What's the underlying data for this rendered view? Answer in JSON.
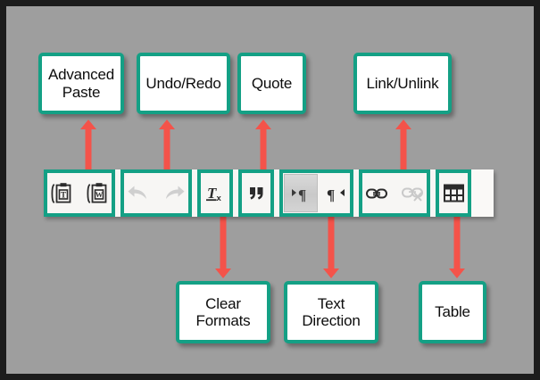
{
  "figure": {
    "background_color": "#9e9e9e",
    "frame_color": "#1c1c1c",
    "callout_border_color": "#14a085",
    "arrow_color": "#f4534a",
    "toolbar_background": "#f7f6f4"
  },
  "callouts": [
    {
      "id": "advanced-paste",
      "label_line1": "Advanced",
      "label_line2": "Paste"
    },
    {
      "id": "undo-redo",
      "label_line1": "Undo/Redo",
      "label_line2": ""
    },
    {
      "id": "quote",
      "label_line1": "Quote",
      "label_line2": ""
    },
    {
      "id": "link-unlink",
      "label_line1": "Link/Unlink",
      "label_line2": ""
    },
    {
      "id": "clear-formats",
      "label_line1": "Clear",
      "label_line2": "Formats"
    },
    {
      "id": "text-direction",
      "label_line1": "Text",
      "label_line2": "Direction"
    },
    {
      "id": "table",
      "label_line1": "Table",
      "label_line2": ""
    }
  ],
  "toolbar": {
    "groups": [
      {
        "id": "paste-group",
        "highlighted": true,
        "buttons": [
          {
            "id": "paste-as-text",
            "icon": "clipboard-text-icon",
            "state": "enabled"
          },
          {
            "id": "paste-from-word",
            "icon": "clipboard-word-icon",
            "state": "enabled"
          }
        ]
      },
      {
        "id": "history-group",
        "highlighted": true,
        "buttons": [
          {
            "id": "undo",
            "icon": "undo-arrow-icon",
            "state": "disabled"
          },
          {
            "id": "redo",
            "icon": "redo-arrow-icon",
            "state": "disabled"
          }
        ]
      },
      {
        "id": "clear-formats-group",
        "highlighted": true,
        "buttons": [
          {
            "id": "remove-format",
            "icon": "clear-format-tx-icon",
            "state": "enabled"
          }
        ]
      },
      {
        "id": "quote-group",
        "highlighted": true,
        "buttons": [
          {
            "id": "block-quote",
            "icon": "quote-marks-icon",
            "state": "enabled"
          }
        ]
      },
      {
        "id": "text-direction-group",
        "highlighted": true,
        "buttons": [
          {
            "id": "ltr-direction",
            "icon": "paragraph-ltr-icon",
            "state": "active"
          },
          {
            "id": "rtl-direction",
            "icon": "paragraph-rtl-icon",
            "state": "enabled"
          }
        ]
      },
      {
        "id": "link-group",
        "highlighted": true,
        "buttons": [
          {
            "id": "insert-link",
            "icon": "chain-link-icon",
            "state": "enabled"
          },
          {
            "id": "remove-link",
            "icon": "chain-unlink-icon",
            "state": "disabled"
          }
        ]
      },
      {
        "id": "table-group",
        "highlighted": true,
        "buttons": [
          {
            "id": "insert-table",
            "icon": "table-grid-icon",
            "state": "enabled"
          }
        ]
      }
    ]
  }
}
